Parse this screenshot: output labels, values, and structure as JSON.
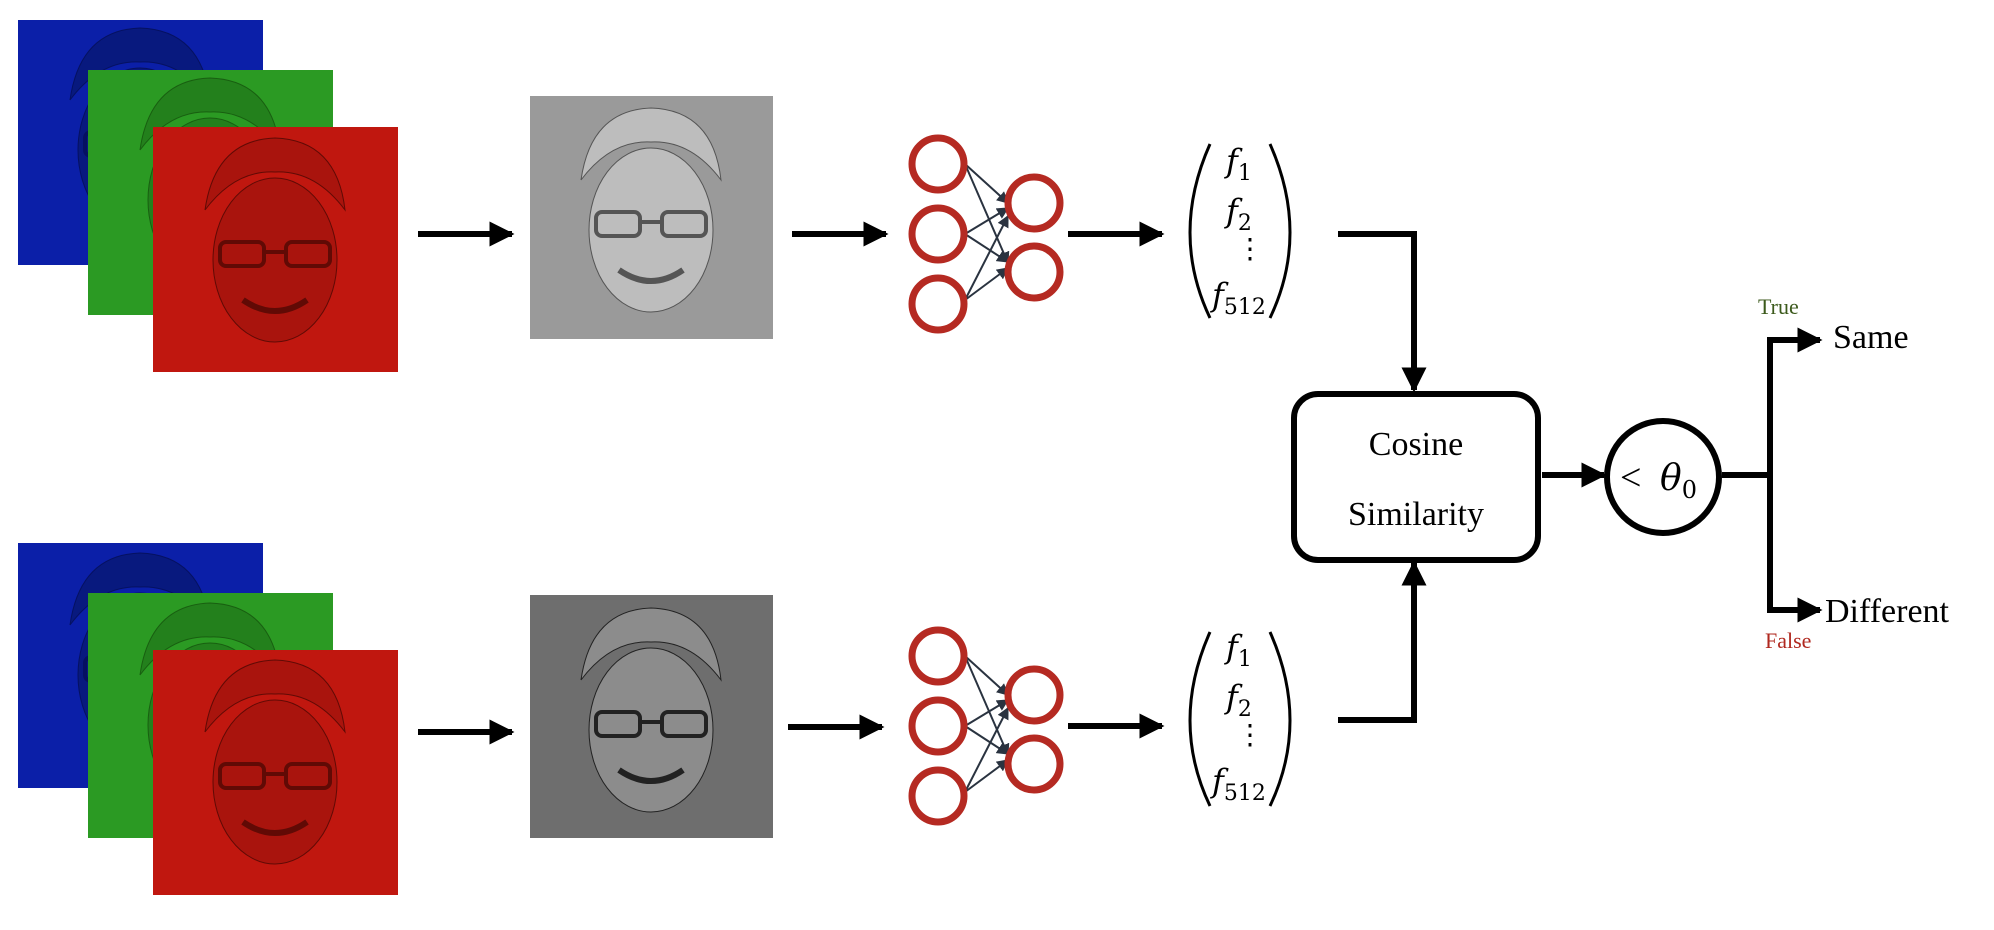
{
  "colors": {
    "channel_blue": "#0b1fa8",
    "channel_green": "#2b9a23",
    "channel_red": "#c0170f",
    "gray_face": "#8a8a8a",
    "neuron_ring": "#b52a22",
    "nn_edge": "#2a3340",
    "arrow": "#000000",
    "true_label": "#3c5a1c",
    "false_label": "#b0281f"
  },
  "icons": {
    "rgb_stack": "rgb-channel-face-stack",
    "grayscale": "grayscale-face-image",
    "network": "neural-network-icon"
  },
  "pipelines": [
    {
      "id": "top",
      "feature_vector": {
        "f1": "1",
        "f2": "2",
        "dots": "⋮",
        "fn": "512",
        "f_symbol": "f"
      }
    },
    {
      "id": "bottom",
      "feature_vector": {
        "f1": "1",
        "f2": "2",
        "dots": "⋮",
        "fn": "512",
        "f_symbol": "f"
      }
    }
  ],
  "similarity_box": {
    "line1": "Cosine",
    "line2": "Similarity"
  },
  "threshold": {
    "lt": "<",
    "symbol": "θ",
    "subscript": "0"
  },
  "branches": {
    "true_label": "True",
    "same_label": "Same",
    "false_label": "False",
    "different_label": "Different"
  }
}
